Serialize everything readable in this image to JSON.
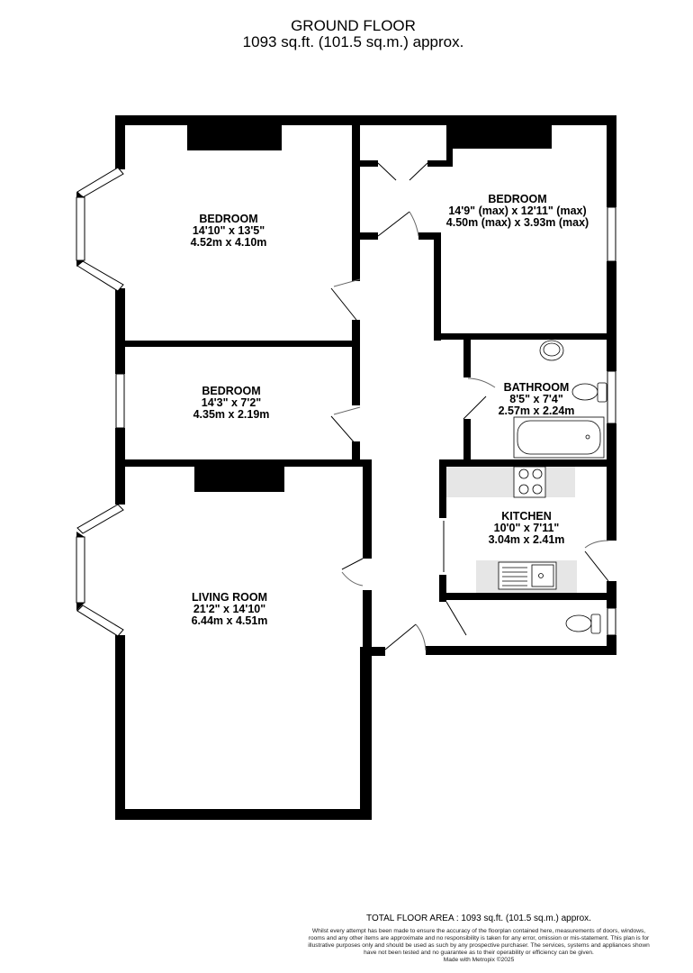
{
  "header": {
    "floor_name": "GROUND FLOOR",
    "floor_area": "1093 sq.ft. (101.5 sq.m.) approx."
  },
  "rooms": [
    {
      "id": "bedroom-1",
      "name": "BEDROOM",
      "imperial": "14'10\"  x 13'5\"",
      "metric": "4.52m  x 4.10m"
    },
    {
      "id": "bedroom-2",
      "name": "BEDROOM",
      "imperial": "14'9\" (max) x 12'11\" (max)",
      "metric": "4.50m (max) x 3.93m (max)"
    },
    {
      "id": "bedroom-3",
      "name": "BEDROOM",
      "imperial": "14'3\"  x 7'2\"",
      "metric": "4.35m  x 2.19m"
    },
    {
      "id": "bathroom",
      "name": "BATHROOM",
      "imperial": "8'5\"  x 7'4\"",
      "metric": "2.57m  x 2.24m"
    },
    {
      "id": "kitchen",
      "name": "KITCHEN",
      "imperial": "10'0\"  x 7'11\"",
      "metric": "3.04m  x 2.41m"
    },
    {
      "id": "living-room",
      "name": "LIVING ROOM",
      "imperial": "21'2\"  x 14'10\"",
      "metric": "6.44m  x 4.51m"
    }
  ],
  "footer": {
    "total_area": "TOTAL FLOOR AREA : 1093 sq.ft. (101.5 sq.m.) approx.",
    "disclaimer": "Whilst every attempt has been made to ensure the accuracy of the floorplan contained here, measurements of doors, windows, rooms and any other items are approximate and no responsibility is taken for any error, omission or mis-statement. This plan is for illustrative purposes only and should be used as such by any prospective purchaser. The services, systems and appliances shown have not been tested and no guarantee as to their operability or efficiency can be given.",
    "credit": "Made with Metropix ©2025"
  },
  "colors": {
    "wall": "#000000",
    "worktop": "#e6e6e6",
    "background": "#ffffff"
  }
}
